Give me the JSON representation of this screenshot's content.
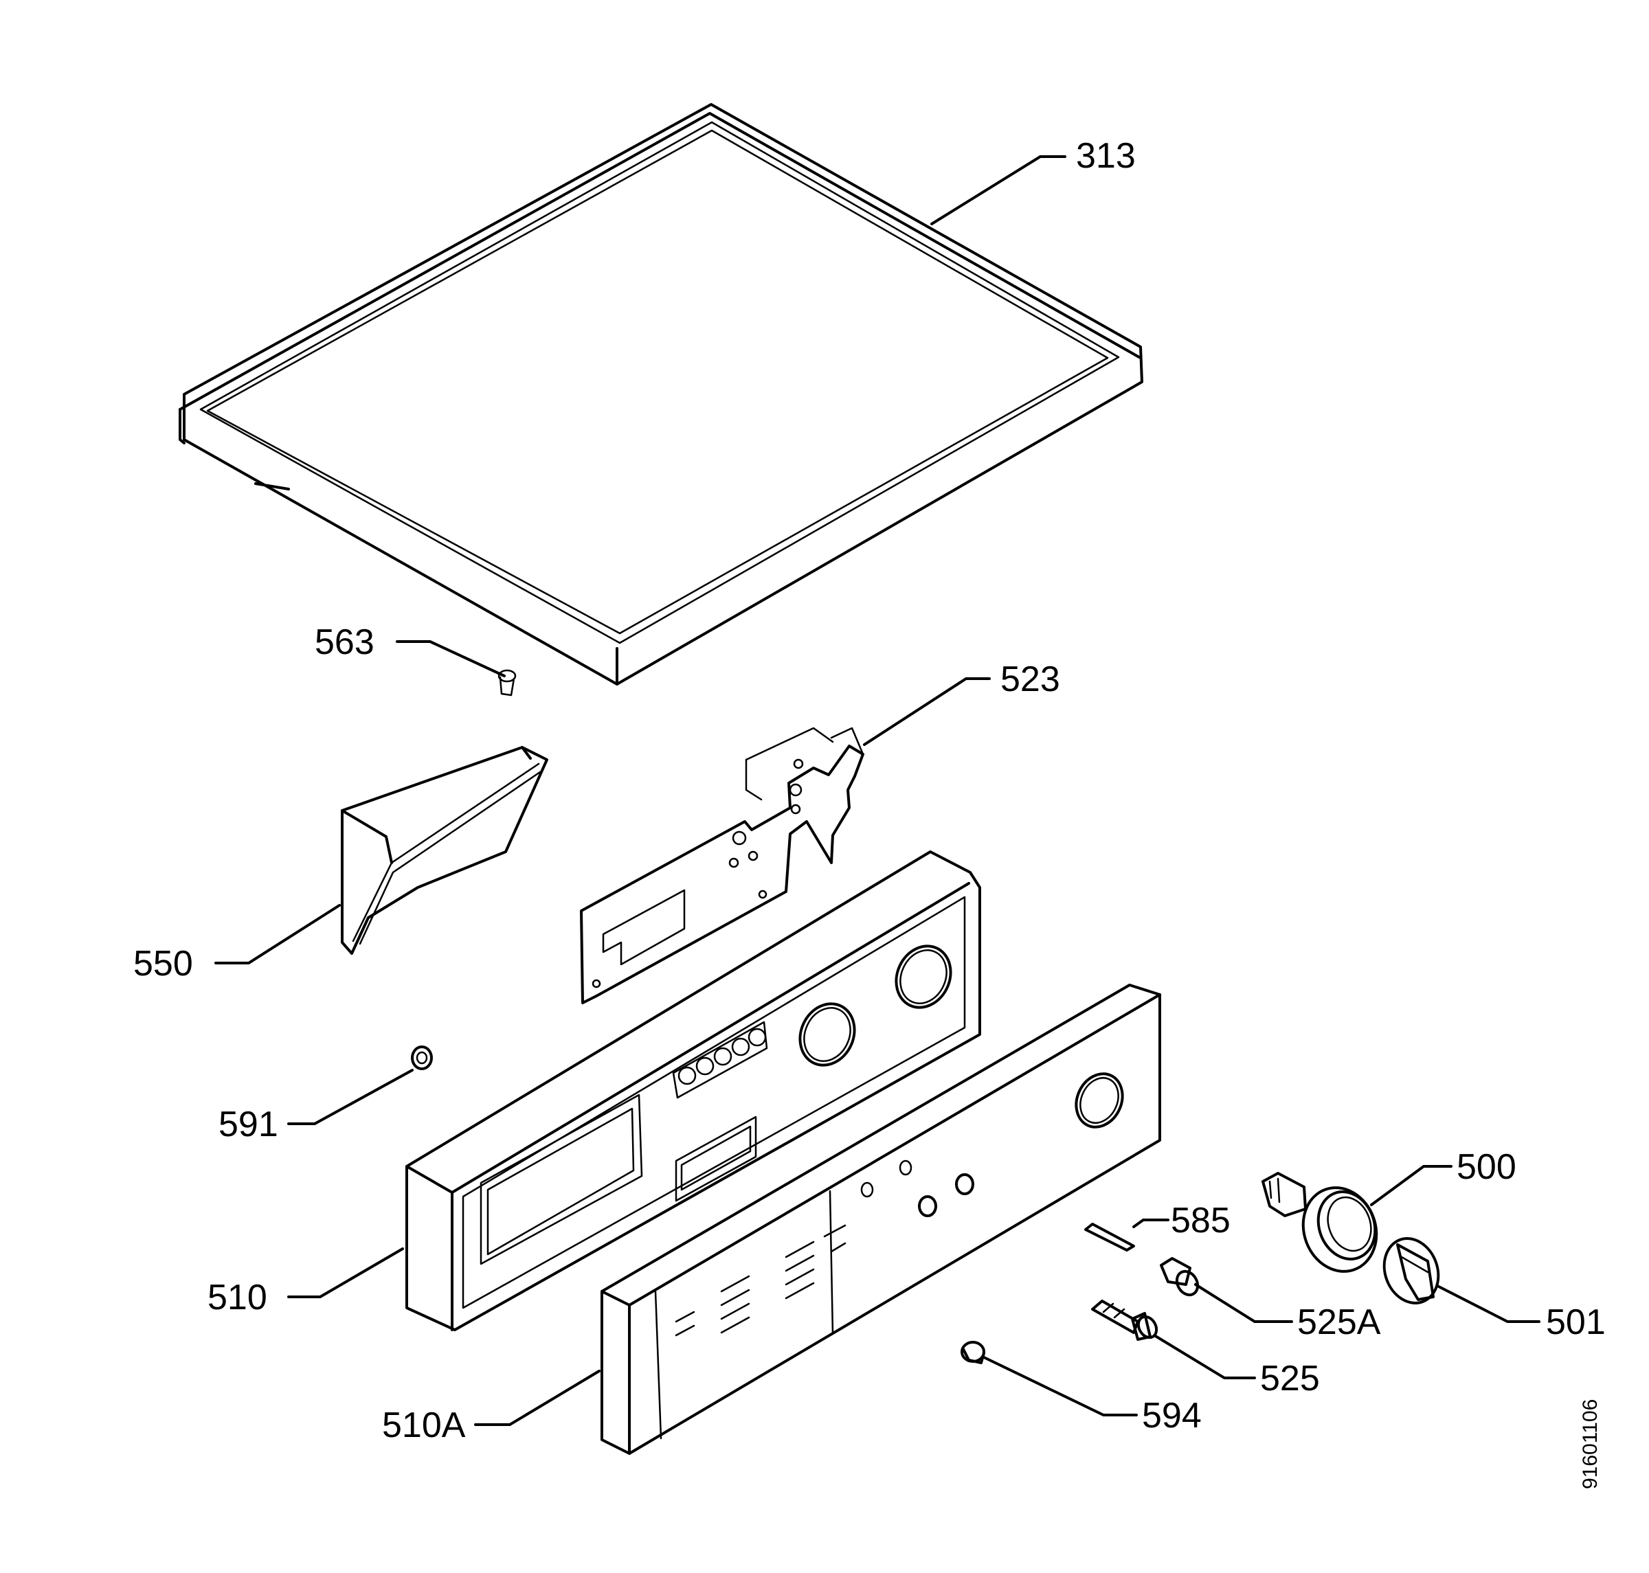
{
  "diagram": {
    "labels": {
      "p313": "313",
      "p563": "563",
      "p523": "523",
      "p550": "550",
      "p591": "591",
      "p510": "510",
      "p510a": "510A",
      "p500": "500",
      "p585": "585",
      "p525a": "525A",
      "p501": "501",
      "p525": "525",
      "p594": "594"
    },
    "drawing_code": "91601106"
  }
}
